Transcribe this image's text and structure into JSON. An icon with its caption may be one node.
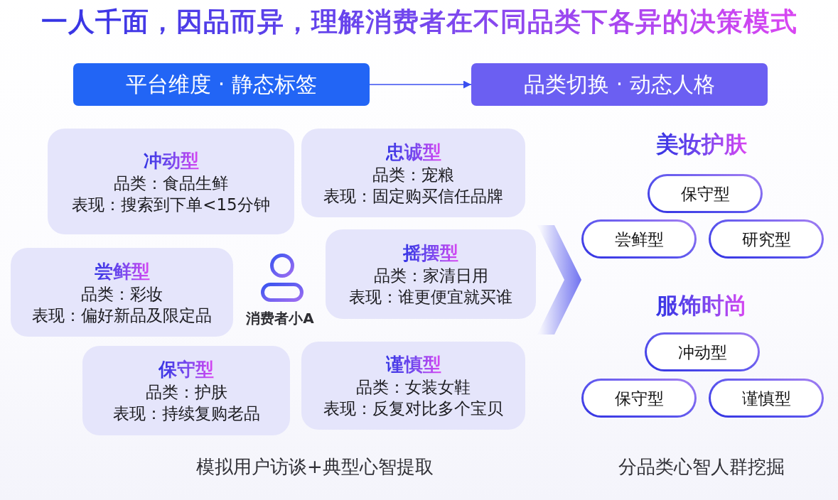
{
  "diagram": {
    "title": "一人千面，因品而异，理解消费者在不同品类下各异的决策模式",
    "nodes": [
      {
        "text": [
          "平台维度 · 静态标签"
        ]
      },
      {
        "text": [
          "品类切换 · 动态人格"
        ]
      },
      {
        "text": [
          "冲动型",
          "品类：食品生鲜",
          "表现：搜索到下单<15分钟"
        ]
      },
      {
        "text": [
          "忠诚型",
          "品类：宠粮",
          "表现：固定购买信任品牌"
        ]
      },
      {
        "text": [
          "尝鲜型",
          "品类：彩妆",
          "表现：偏好新品及限定品"
        ]
      },
      {
        "text": [
          "摇摆型",
          "品类：家清日用",
          "表现：谁更便宜就买谁"
        ]
      },
      {
        "text": [
          "保守型",
          "品类：护肤",
          "表现：持续复购老品"
        ]
      },
      {
        "text": [
          "谨慎型",
          "品类：女装女鞋",
          "表现：反复对比多个宝贝"
        ]
      },
      {
        "text": [
          "保守型"
        ]
      },
      {
        "text": [
          "尝鲜型"
        ]
      },
      {
        "text": [
          "研究型"
        ]
      },
      {
        "text": [
          "冲动型"
        ]
      },
      {
        "text": [
          "保守型"
        ]
      },
      {
        "text": [
          "谨慎型"
        ]
      }
    ],
    "edges": [
      {
        "from": 0,
        "to": 1,
        "arrow": "to"
      },
      {
        "from": 5,
        "to": 9,
        "arrow": "to"
      }
    ],
    "labels": [
      "美妆护肤",
      "服饰时尚",
      "消费者小A",
      "模拟用户访谈+典型心智提取",
      "分品类心智人群挖掘"
    ]
  }
}
